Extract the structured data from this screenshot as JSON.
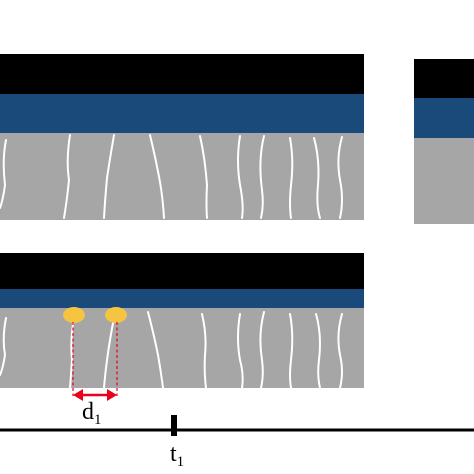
{
  "labels": {
    "distance": {
      "main": "d",
      "sub": "1"
    },
    "time": {
      "main": "t",
      "sub": "1"
    }
  },
  "colors": {
    "top_layer": "#000000",
    "middle_layer": "#1a4a7a",
    "substrate": "#a6a6a6",
    "cracks": "#ffffff",
    "particles": "#f5c542",
    "measurement": "#e8001c",
    "axis": "#000000"
  }
}
